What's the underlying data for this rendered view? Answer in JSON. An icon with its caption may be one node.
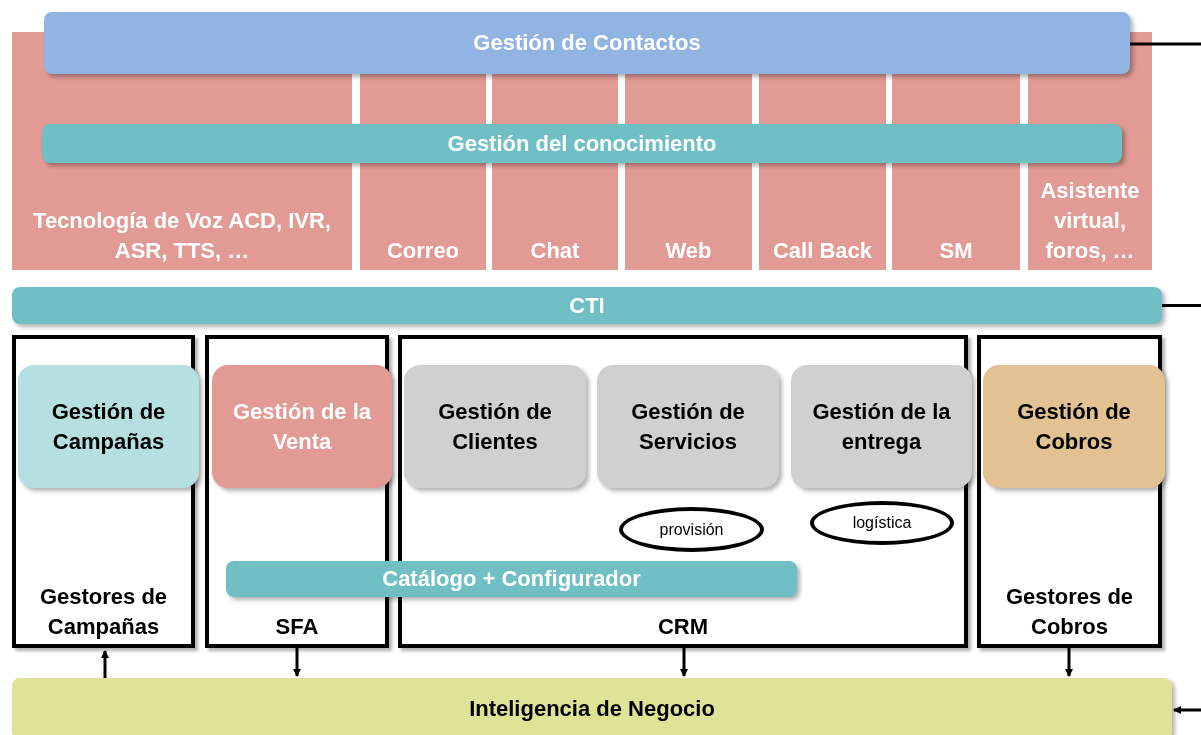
{
  "diagram": {
    "nodes": [
      {
        "text": [
          "Gestión de Contactos"
        ]
      },
      {
        "text": [
          "Tecnología de Voz ACD, IVR, ASR, TTS, …"
        ]
      },
      {
        "text": [
          "Correo"
        ]
      },
      {
        "text": [
          "Chat"
        ]
      },
      {
        "text": [
          "Web"
        ]
      },
      {
        "text": [
          "Call Back"
        ]
      },
      {
        "text": [
          "SM"
        ]
      },
      {
        "text": [
          "Asistente virtual, foros, …"
        ]
      },
      {
        "text": [
          "Gestión del conocimiento"
        ]
      },
      {
        "text": [
          "CTI"
        ]
      },
      {
        "text": [
          "Gestores de Campañas"
        ]
      },
      {
        "text": [
          "Gestión de Campañas"
        ],
        "in": 10
      },
      {
        "text": [
          "SFA"
        ]
      },
      {
        "text": [
          "Gestión de la Venta"
        ],
        "in": 12
      },
      {
        "text": [
          "CRM"
        ]
      },
      {
        "text": [
          "Gestión de Clientes"
        ],
        "in": 14
      },
      {
        "text": [
          "Gestión de Servicios"
        ],
        "in": 14
      },
      {
        "text": [
          "Gestión de la entrega"
        ],
        "in": 14
      },
      {
        "text": [
          "provisión"
        ],
        "in": 14
      },
      {
        "text": [
          "logística"
        ],
        "in": 14
      },
      {
        "text": [
          "Catálogo + Configurador"
        ]
      },
      {
        "text": [
          "Gestores de Cobros"
        ]
      },
      {
        "text": [
          "Gestión de Cobros"
        ],
        "in": 21
      },
      {
        "text": [
          "Inteligencia de Negocio"
        ]
      }
    ],
    "edges": [
      {
        "from": 0,
        "to": null,
        "arrow": "none"
      },
      {
        "from": 9,
        "to": null,
        "arrow": "none"
      },
      {
        "from": 23,
        "to": 10,
        "arrow": "to"
      },
      {
        "from": 12,
        "to": 23,
        "arrow": "to"
      },
      {
        "from": 14,
        "to": 23,
        "arrow": "to"
      },
      {
        "from": 21,
        "to": 23,
        "arrow": "to"
      },
      {
        "from": null,
        "to": 23,
        "arrow": "to"
      }
    ]
  }
}
